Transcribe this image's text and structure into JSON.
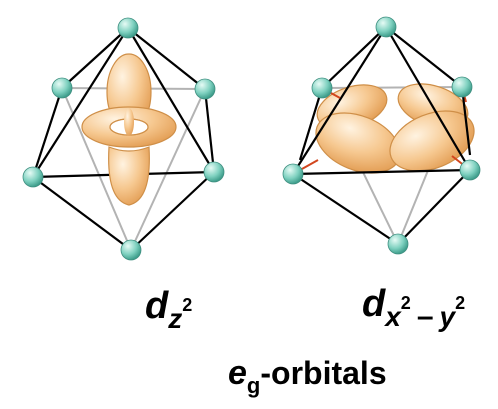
{
  "diagram": {
    "left_label": {
      "base": "d",
      "sub": "z",
      "sup": "2"
    },
    "right_label": {
      "base": "d",
      "sub1": "x",
      "sup1": "2",
      "minus": "–",
      "sub2": "y",
      "sup2": "2"
    },
    "caption": {
      "base": "e",
      "sub": "g",
      "rest": "-orbitals"
    }
  },
  "colors": {
    "ligand": "#7fd1c0",
    "lobe": "#f5c48a",
    "lobe_edge": "#d89a50",
    "front_edge": "#000000",
    "back_edge": "#b3b3b3",
    "accent_edge": "#d2461e"
  }
}
